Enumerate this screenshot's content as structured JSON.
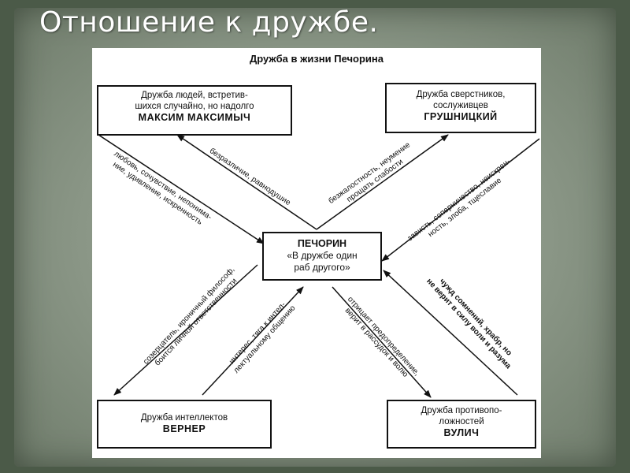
{
  "slide": {
    "title": "Отношение к дружбе."
  },
  "diagram": {
    "title": "Дружба в жизни Печорина",
    "center": {
      "name": "ПЕЧОРИН",
      "line1": "«В дружбе один",
      "line2": "раб другого»"
    },
    "boxes": {
      "maksim": {
        "line1": "Дружба людей, встретив-",
        "line2": "шихся случайно, но надолго",
        "name": "МАКСИМ МАКСИМЫЧ"
      },
      "grushnitsky": {
        "line1": "Дружба сверстников,",
        "line2": "сослуживцев",
        "name": "ГРУШНИЦКИЙ"
      },
      "verner": {
        "line1": "Дружба интеллектов",
        "name": "ВЕРНЕР"
      },
      "vulich": {
        "line1": "Дружба противопо-",
        "line2": "ложностей",
        "name": "ВУЛИЧ"
      }
    },
    "relations": {
      "to_maksim": {
        "line1": "безразличие, равнодушие"
      },
      "from_maksim": {
        "line1": "любовь, сочувствие, непонима-",
        "line2": "ние, удивление, искренность"
      },
      "to_grushnitsky": {
        "line1": "безжалостность, неумение",
        "line2": "прощать слабости"
      },
      "from_grushnitsky": {
        "line1": "зависть, соперничество, неискрен-",
        "line2": "ность, злоба, тщеславие"
      },
      "to_verner": {
        "line1": "созерцатель, ироничный философ,",
        "line2": "боится личной ответственности"
      },
      "from_verner": {
        "line1": "интерес, тяга к интел-",
        "line2": "лектуальному общению"
      },
      "to_vulich": {
        "line1": "отрицает предопределение,",
        "line2": "верит в рассудок и волю"
      },
      "from_vulich": {
        "line1": "чужд сомнений, храбр, но",
        "line2": "не верит в силу воли и разума"
      }
    }
  }
}
